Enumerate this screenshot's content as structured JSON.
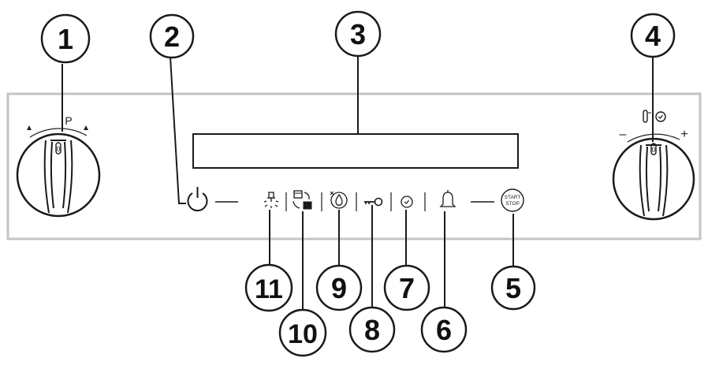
{
  "callouts": {
    "c1": "1",
    "c2": "2",
    "c3": "3",
    "c4": "4",
    "c5": "5",
    "c6": "6",
    "c7": "7",
    "c8": "8",
    "c9": "9",
    "c10": "10",
    "c11": "11"
  },
  "left_knob": {
    "label": "P",
    "marker": "0"
  },
  "right_knob": {
    "minus": "–",
    "plus": "+",
    "marker": "0"
  },
  "start_stop": {
    "line1": "START",
    "line2": "STOP"
  },
  "colors": {
    "panel_border": "#c4c4c4",
    "stroke": "#1a1a1a",
    "background": "#ffffff"
  },
  "icons": [
    "power-icon",
    "lamp-icon",
    "fast-heat-icon",
    "steam-clean-icon",
    "key-lock-icon",
    "timer-icon",
    "bell-icon",
    "start-stop-icon"
  ]
}
